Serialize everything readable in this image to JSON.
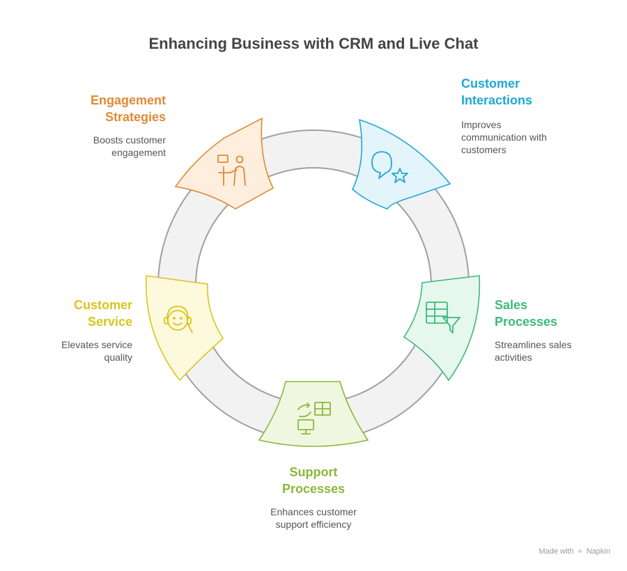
{
  "title": "Enhancing Business with CRM and Live Chat",
  "colors": {
    "ring_fill": "#f2f2f2",
    "ring_stroke": "#a0a0a0",
    "engagement": "#e08a33",
    "interactions": "#1ea8d6",
    "sales": "#3dba7a",
    "support": "#8ab83a",
    "service": "#d9c51b"
  },
  "segments": [
    {
      "id": "engagement",
      "label_line1": "Engagement",
      "label_line2": "Strategies",
      "description_line1": "Boosts customer",
      "description_line2": "engagement",
      "icon": "presentation-icon"
    },
    {
      "id": "interactions",
      "label_line1": "Customer",
      "label_line2": "Interactions",
      "description_line1": "Improves",
      "description_line2": "communication with",
      "description_line3": "customers",
      "icon": "chat-star-icon"
    },
    {
      "id": "sales",
      "label_line1": "Sales",
      "label_line2": "Processes",
      "description_line1": "Streamlines sales",
      "description_line2": "activities",
      "icon": "table-filter-icon"
    },
    {
      "id": "support",
      "label_line1": "Support",
      "label_line2": "Processes",
      "description_line1": "Enhances customer",
      "description_line2": "support efficiency",
      "icon": "sync-monitor-icon"
    },
    {
      "id": "service",
      "label_line1": "Customer",
      "label_line2": "Service",
      "description_line1": "Elevates service",
      "description_line2": "quality",
      "icon": "headset-icon"
    }
  ],
  "footer": {
    "prefix": "Made with",
    "brand": "Napkin"
  }
}
